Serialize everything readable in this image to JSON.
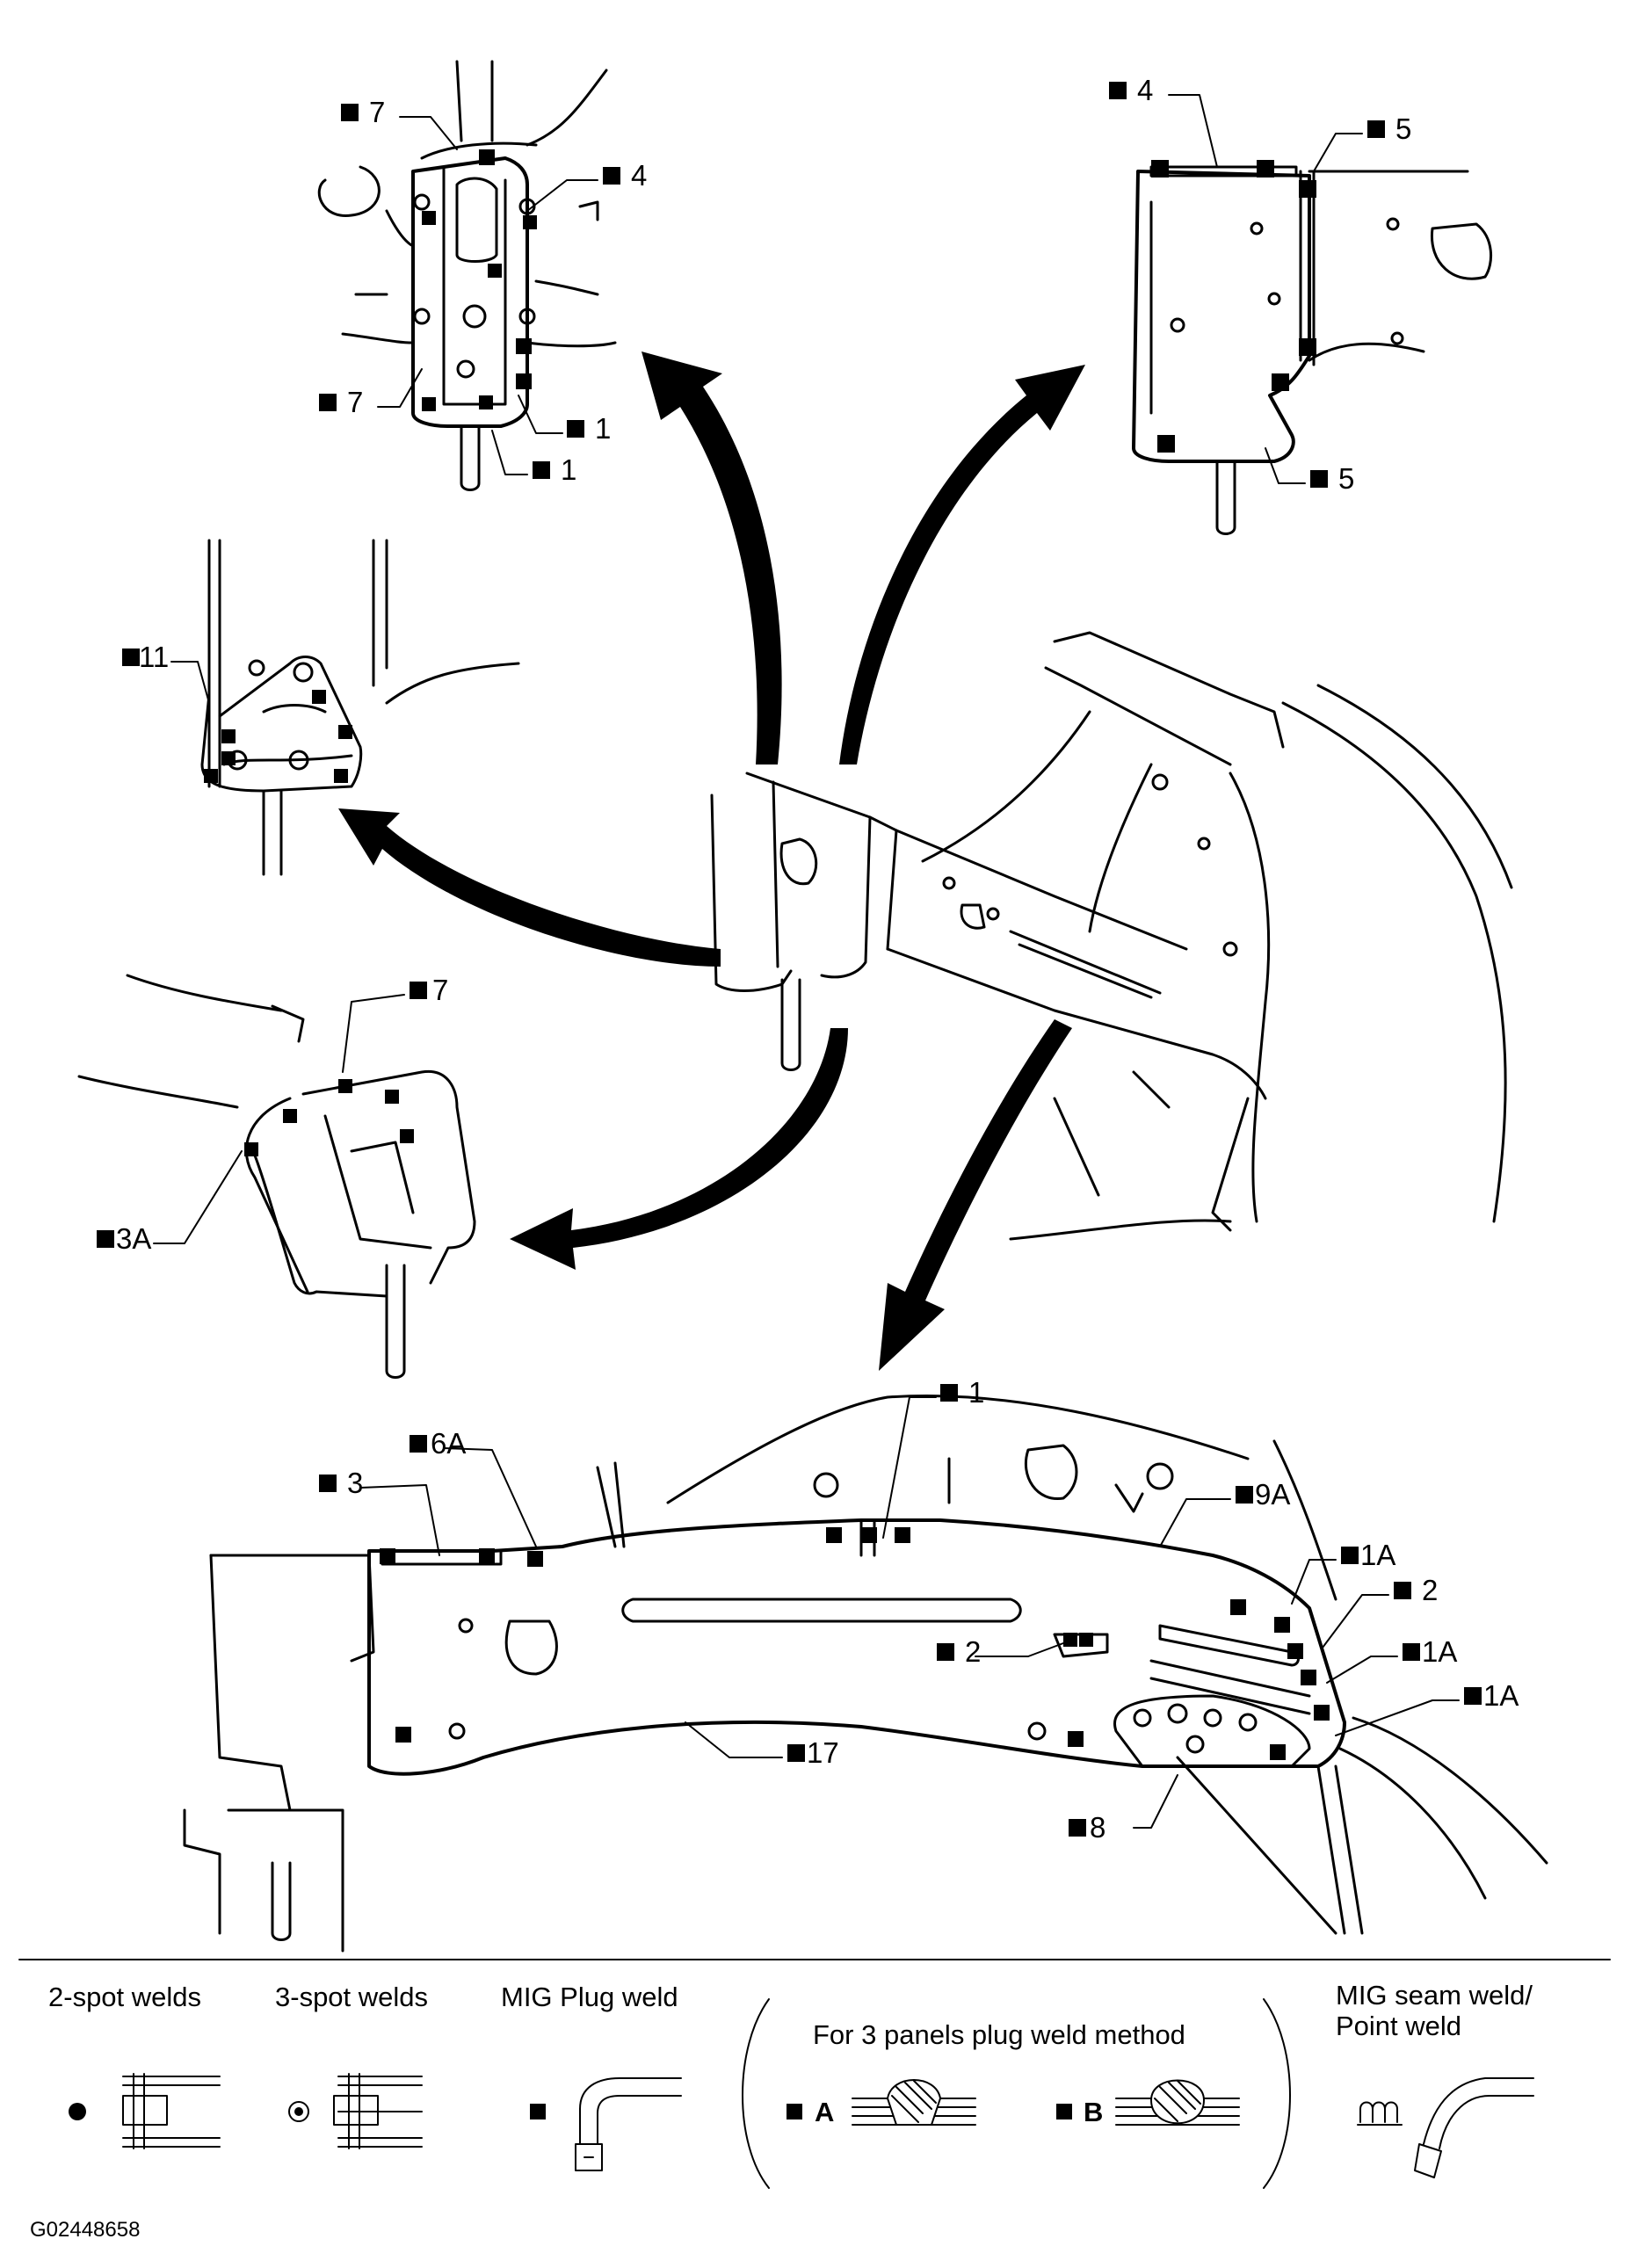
{
  "callouts": [
    {
      "text": "7"
    },
    {
      "text": "4"
    },
    {
      "text": "7"
    },
    {
      "text": "1"
    },
    {
      "text": "1"
    },
    {
      "text": "4"
    },
    {
      "text": "5"
    },
    {
      "text": "5"
    },
    {
      "text": "11"
    },
    {
      "text": "7"
    },
    {
      "text": "3A"
    },
    {
      "text": "1"
    },
    {
      "text": "6A"
    },
    {
      "text": "3"
    },
    {
      "text": "9A"
    },
    {
      "text": "1A"
    },
    {
      "text": "2"
    },
    {
      "text": "1A"
    },
    {
      "text": "1A"
    },
    {
      "text": "2"
    },
    {
      "text": "17"
    },
    {
      "text": "8"
    }
  ],
  "legend": {
    "two_spot": "2-spot welds",
    "three_spot": "3-spot welds",
    "mig_plug": "MIG Plug weld",
    "three_panels": "For 3 panels plug weld method",
    "method_a": "A",
    "method_b": "B",
    "mig_seam_line1": "MIG seam weld/",
    "mig_seam_line2": "Point weld"
  },
  "figure_id": "G02448658"
}
